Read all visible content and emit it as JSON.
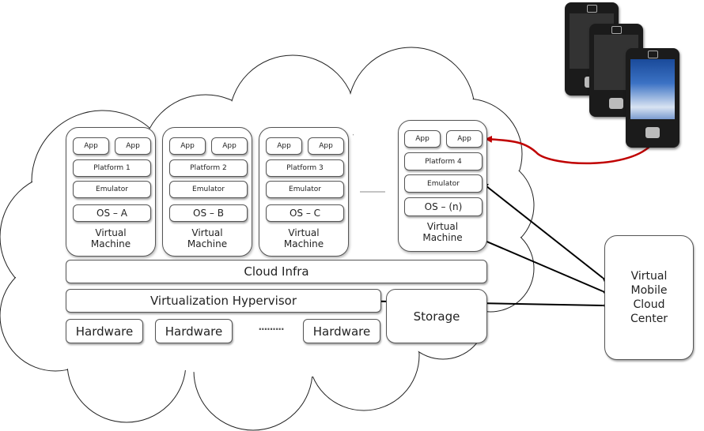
{
  "diagram": {
    "title": "Virtual Mobile Cloud architecture",
    "virtual_machines": [
      {
        "apps": [
          "App",
          "App"
        ],
        "platform": "Platform  1",
        "emulator": "Emulator",
        "os": "OS – A",
        "label_line1": "Virtual",
        "label_line2": "Machine"
      },
      {
        "apps": [
          "App",
          "App"
        ],
        "platform": "Platform  2",
        "emulator": "Emulator",
        "os": "OS – B",
        "label_line1": "Virtual",
        "label_line2": "Machine"
      },
      {
        "apps": [
          "App",
          "App"
        ],
        "platform": "Platform  3",
        "emulator": "Emulator",
        "os": "OS – C",
        "label_line1": "Virtual",
        "label_line2": "Machine"
      },
      {
        "apps": [
          "App",
          "App"
        ],
        "platform": "Platform  4",
        "emulator": "Emulator",
        "os": "OS – (n)",
        "label_line1": "Virtual",
        "label_line2": "Machine"
      }
    ],
    "cloud_infra": "Cloud Infra",
    "hypervisor": "Virtualization Hypervisor",
    "hardware": [
      "Hardware",
      "Hardware",
      "Hardware"
    ],
    "hardware_ellipsis": "·········",
    "storage": "Storage",
    "center": {
      "line1": "Virtual",
      "line2": "Mobile",
      "line3": "Cloud",
      "line4": "Center"
    },
    "devices": {
      "count": 3,
      "description": "mobile handheld devices"
    },
    "colors": {
      "red_connector": "#c00000",
      "black_connector": "#000000",
      "border": "#555555"
    }
  }
}
